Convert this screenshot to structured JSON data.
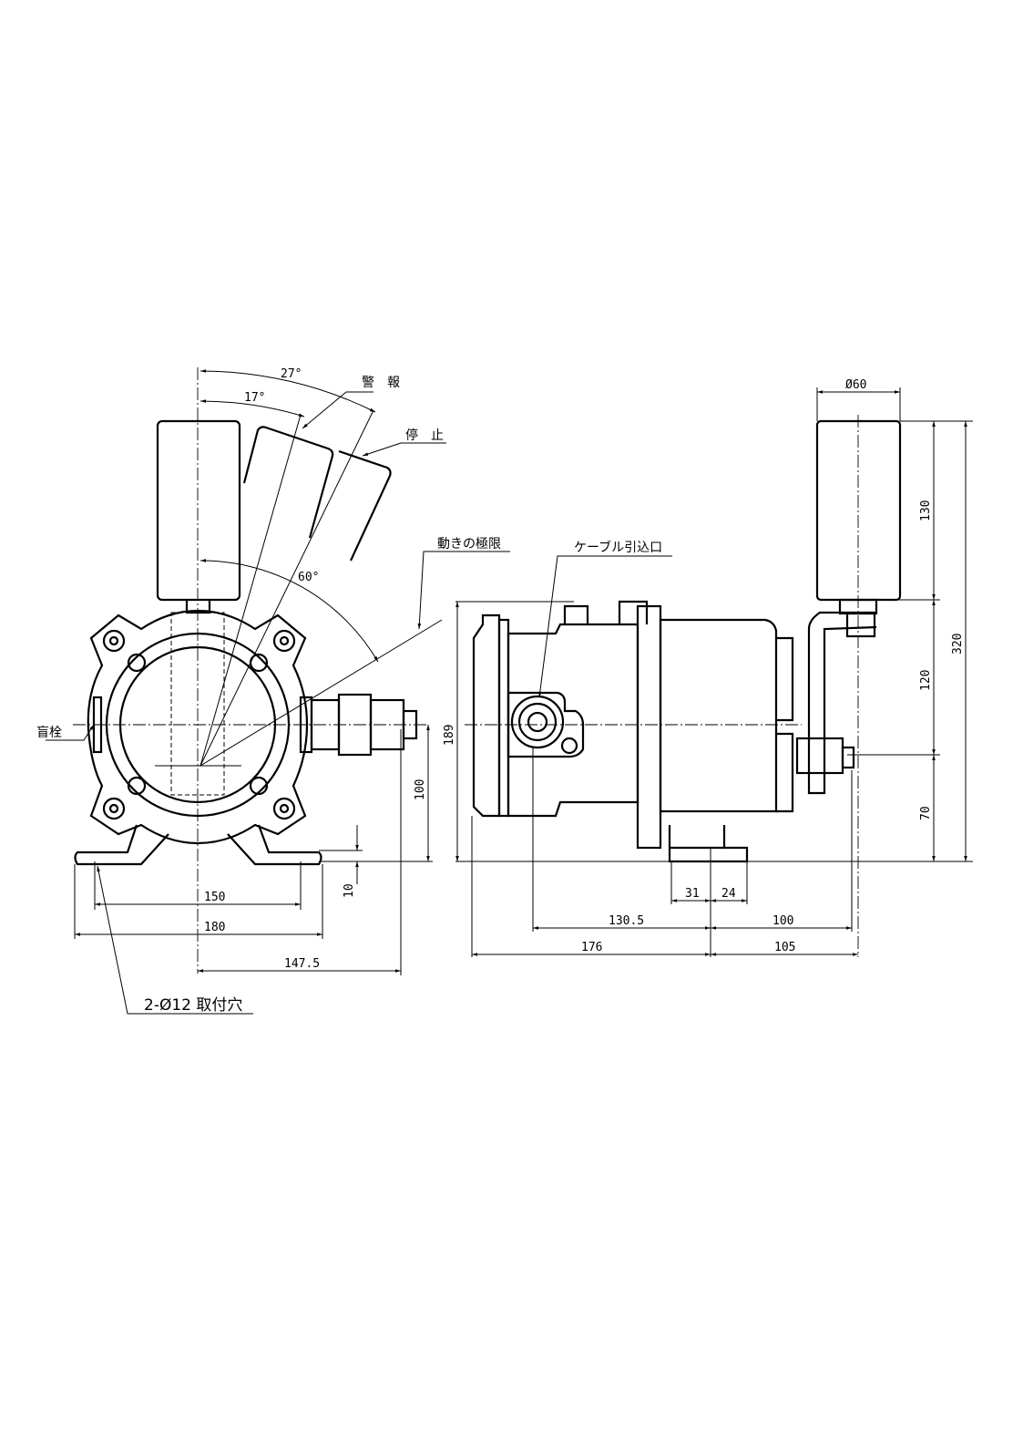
{
  "labels": {
    "alarm": "警　報",
    "stop": "停　止",
    "limit": "動きの極限",
    "blind_plug": "盲栓",
    "cable_entry": "ケーブル引込口",
    "mount_holes": "2-Ø12 取付穴"
  },
  "angles": {
    "a27": "27°",
    "a17": "17°",
    "a60": "60°"
  },
  "front_dims": {
    "d150": "150",
    "d180": "180",
    "d147_5": "147.5",
    "d100": "100",
    "d10": "10"
  },
  "side_dims": {
    "d60": "Ø60",
    "d130": "130",
    "d120": "120",
    "d70": "70",
    "d320": "320",
    "d189": "189",
    "d31": "31",
    "d24": "24",
    "d130_5": "130.5",
    "d100": "100",
    "d176": "176",
    "d105": "105"
  }
}
